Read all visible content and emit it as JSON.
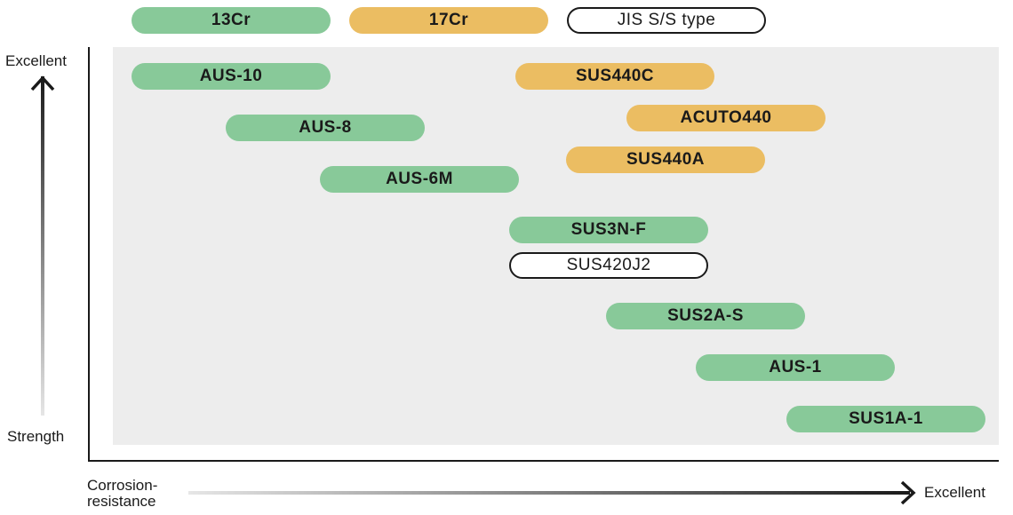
{
  "legend": {
    "cr13": "13Cr",
    "cr17": "17Cr",
    "jis": "JIS S/S type"
  },
  "y_axis": {
    "top_label": "Excellent",
    "bottom_label": "Strength"
  },
  "x_axis": {
    "label_line1": "Corrosion-",
    "label_line2": "resistance",
    "end_label": "Excellent"
  },
  "colors": {
    "13Cr": "#88c999",
    "17Cr": "#ebbd62",
    "JIS": "#ffffff"
  },
  "steels": [
    {
      "name": "AUS-10",
      "type": "13Cr"
    },
    {
      "name": "AUS-8",
      "type": "13Cr"
    },
    {
      "name": "AUS-6M",
      "type": "13Cr"
    },
    {
      "name": "SUS440C",
      "type": "17Cr"
    },
    {
      "name": "ACUTO440",
      "type": "17Cr"
    },
    {
      "name": "SUS440A",
      "type": "17Cr"
    },
    {
      "name": "SUS3N-F",
      "type": "13Cr"
    },
    {
      "name": "SUS420J2",
      "type": "JIS"
    },
    {
      "name": "SUS2A-S",
      "type": "13Cr"
    },
    {
      "name": "AUS-1",
      "type": "13Cr"
    },
    {
      "name": "SUS1A-1",
      "type": "13Cr"
    }
  ]
}
